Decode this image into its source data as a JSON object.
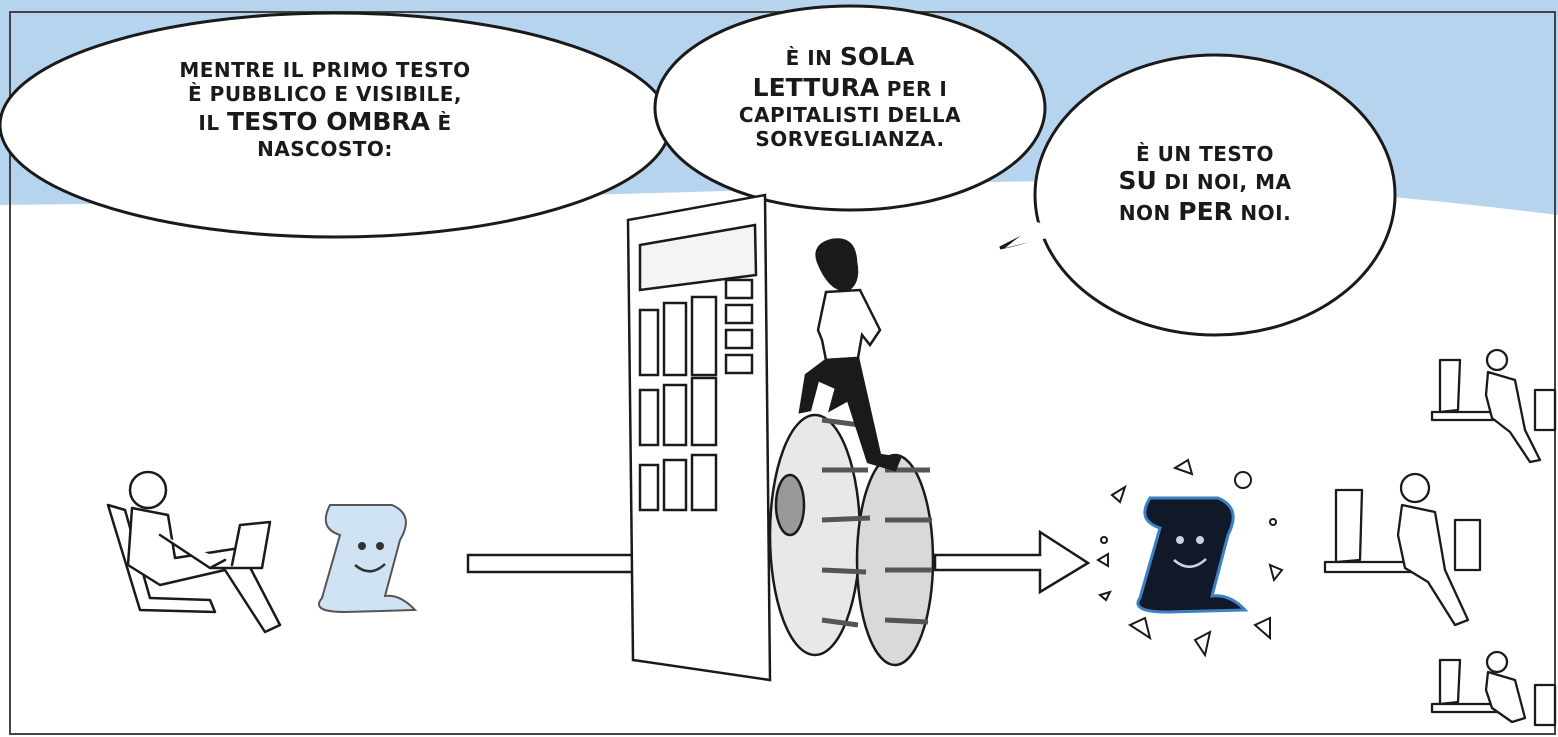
{
  "bubbles": [
    {
      "lines": [
        [
          {
            "t": "Mentre il primo testo",
            "big": false
          }
        ],
        [
          {
            "t": "è pubblico e visibile,",
            "big": false
          }
        ],
        [
          {
            "t": "il ",
            "big": false
          },
          {
            "t": "testo ombra",
            "big": true
          },
          {
            "t": " è",
            "big": false
          }
        ],
        [
          {
            "t": "nascosto:",
            "big": false
          }
        ]
      ]
    },
    {
      "lines": [
        [
          {
            "t": "è in ",
            "big": false
          },
          {
            "t": "sola",
            "big": true
          }
        ],
        [
          {
            "t": "lettura",
            "big": true
          },
          {
            "t": " per i",
            "big": false
          }
        ],
        [
          {
            "t": "capitalisti della",
            "big": false
          }
        ],
        [
          {
            "t": "sorveglianza.",
            "big": false
          }
        ]
      ]
    },
    {
      "lines": [
        [
          {
            "t": "è un testo",
            "big": false
          }
        ],
        [
          {
            "t": "su",
            "big": true
          },
          {
            "t": " di noi, ma",
            "big": false
          }
        ],
        [
          {
            "t": "non ",
            "big": false
          },
          {
            "t": "per",
            "big": true
          },
          {
            "t": " noi.",
            "big": false
          }
        ]
      ]
    }
  ],
  "colors": {
    "sky": "#b7d4ee",
    "ink": "#1a1a1a",
    "scroll_light": "#cfe3f5",
    "scroll_dark": "#111827",
    "scroll_glow": "#3b82c4"
  },
  "icons": [
    "person-with-laptop-icon",
    "smiling-scroll-icon",
    "arrow-icon",
    "server-door-icon",
    "gears-icon",
    "dark-smiling-scroll-icon",
    "workers-at-desks-icon"
  ]
}
